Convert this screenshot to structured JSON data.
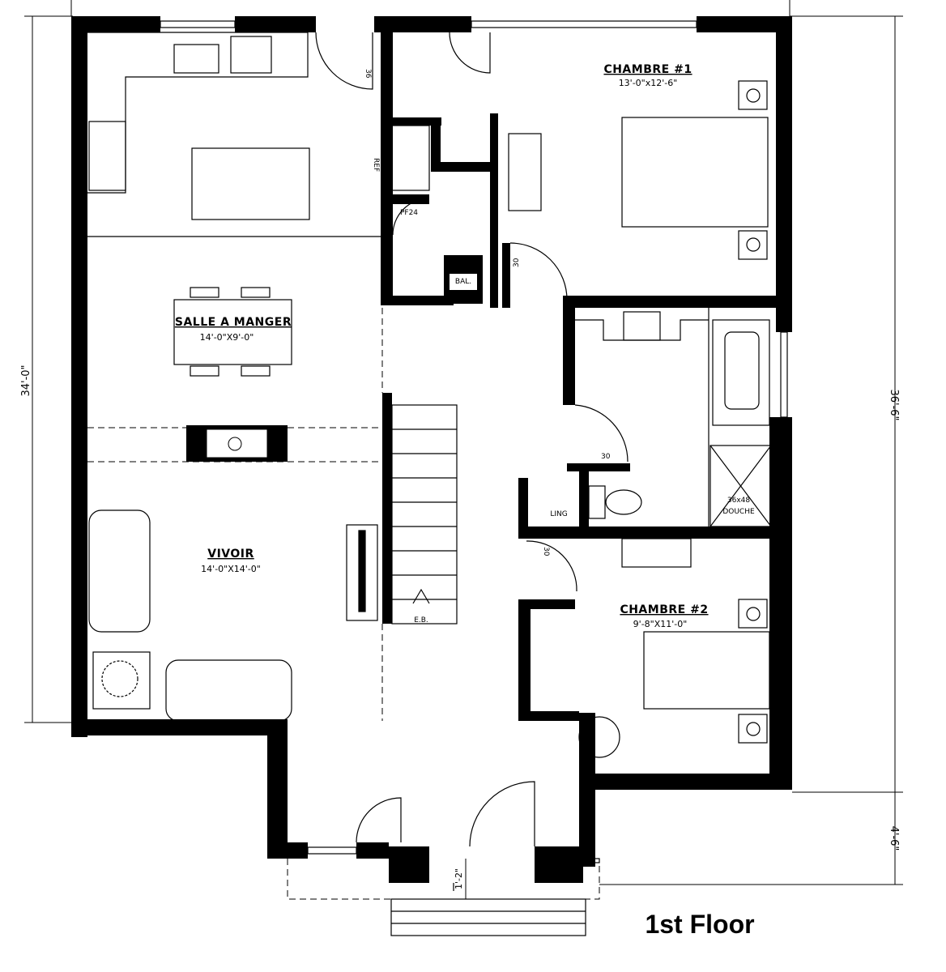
{
  "title": "1st Floor",
  "rooms": {
    "chambre1": {
      "name": "CHAMBRE #1",
      "size": "13'-0\"x12'-6\""
    },
    "salle": {
      "name": "SALLE A MANGER",
      "size": "14'-0\"X9'-0\""
    },
    "vivoir": {
      "name": "VIVOIR",
      "size": "14'-0\"X14'-0\""
    },
    "chambre2": {
      "name": "CHAMBRE #2",
      "size": "9'-8\"X11'-0\""
    }
  },
  "labels": {
    "bal": "BAL.",
    "ling": "LING",
    "douche_size": "36x48",
    "douche": "DOUCHE",
    "eb": "E.B.",
    "pf": "PF24",
    "ref": "REF",
    "door30": "30",
    "door36": "36"
  },
  "dimensions": {
    "left": "34'-0\"",
    "right_main": "36'-6\"",
    "right_porch": "4'-6\"",
    "step": "1'-2\""
  }
}
